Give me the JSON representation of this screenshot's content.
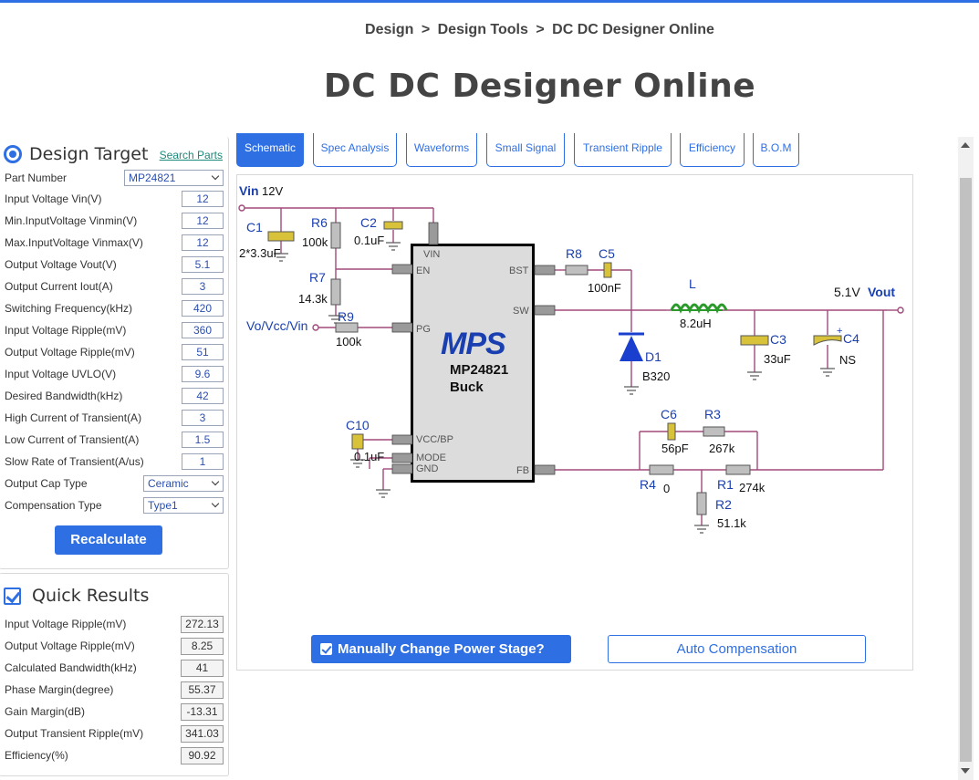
{
  "breadcrumb": {
    "items": [
      "Design",
      "Design Tools",
      "DC DC Designer Online"
    ],
    "separator": ">"
  },
  "page_title": "DC DC Designer Online",
  "design_target": {
    "title": "Design Target",
    "search_parts": "Search Parts",
    "part_number": {
      "label": "Part Number",
      "value": "MP24821"
    },
    "fields": [
      {
        "label": "Input Voltage Vin(V)",
        "value": "12"
      },
      {
        "label": "Min.InputVoltage Vinmin(V)",
        "value": "12"
      },
      {
        "label": "Max.InputVoltage Vinmax(V)",
        "value": "12"
      },
      {
        "label": "Output Voltage Vout(V)",
        "value": "5.1"
      },
      {
        "label": "Output Current Iout(A)",
        "value": "3"
      },
      {
        "label": "Switching Frequency(kHz)",
        "value": "420"
      },
      {
        "label": "Input Voltage Ripple(mV)",
        "value": "360"
      },
      {
        "label": "Output Voltage Ripple(mV)",
        "value": "51"
      },
      {
        "label": "Input Voltage UVLO(V)",
        "value": "9.6"
      },
      {
        "label": "Desired Bandwidth(kHz)",
        "value": "42"
      },
      {
        "label": "High Current of Transient(A)",
        "value": "3"
      },
      {
        "label": "Low Current of Transient(A)",
        "value": "1.5"
      },
      {
        "label": "Slow Rate of Transient(A/us)",
        "value": "1"
      }
    ],
    "output_cap_type": {
      "label": "Output Cap Type",
      "value": "Ceramic"
    },
    "compensation_type": {
      "label": "Compensation Type",
      "value": "Type1"
    },
    "recalculate": "Recalculate"
  },
  "quick_results": {
    "title": "Quick Results",
    "rows": [
      {
        "label": "Input Voltage Ripple(mV)",
        "value": "272.13"
      },
      {
        "label": "Output Voltage Ripple(mV)",
        "value": "8.25"
      },
      {
        "label": "Calculated Bandwidth(kHz)",
        "value": "41"
      },
      {
        "label": "Phase Margin(degree)",
        "value": "55.37"
      },
      {
        "label": "Gain Margin(dB)",
        "value": "-13.31"
      },
      {
        "label": "Output Transient Ripple(mV)",
        "value": "341.03"
      },
      {
        "label": "Efficiency(%)",
        "value": "90.92"
      }
    ]
  },
  "tabs": [
    "Schematic",
    "Spec Analysis",
    "Waveforms",
    "Small Signal",
    "Transient Ripple",
    "Efficiency",
    "B.O.M"
  ],
  "active_tab": "Schematic",
  "schematic": {
    "vin_label": "Vin",
    "vin_value": "12V",
    "vout_value": "5.1V",
    "vout_label": "Vout",
    "pg_net": "Vo/Vcc/Vin",
    "logo": "MPS",
    "chip_part": "MP24821",
    "chip_type": "Buck",
    "pins": {
      "vin": "VIN",
      "en": "EN",
      "pg": "PG",
      "bst": "BST",
      "sw": "SW",
      "vcc": "VCC/BP",
      "mode": "MODE",
      "gnd": "GND",
      "fb": "FB"
    },
    "components": {
      "C1": {
        "ref": "C1",
        "value": "2*3.3uF"
      },
      "R6": {
        "ref": "R6",
        "value": "100k"
      },
      "C2": {
        "ref": "C2",
        "value": "0.1uF"
      },
      "R7": {
        "ref": "R7",
        "value": "14.3k"
      },
      "R9": {
        "ref": "R9",
        "value": "100k"
      },
      "R8": {
        "ref": "R8",
        "value": ""
      },
      "C5": {
        "ref": "C5",
        "value": "100nF"
      },
      "L": {
        "ref": "L",
        "value": "8.2uH"
      },
      "D1": {
        "ref": "D1",
        "value": "B320"
      },
      "C3": {
        "ref": "C3",
        "value": "33uF"
      },
      "C4": {
        "ref": "C4",
        "value": "NS"
      },
      "C10": {
        "ref": "C10",
        "value": "0.1uF"
      },
      "C6": {
        "ref": "C6",
        "value": "56pF"
      },
      "R3": {
        "ref": "R3",
        "value": "267k"
      },
      "R4": {
        "ref": "R4",
        "value": "0"
      },
      "R1": {
        "ref": "R1",
        "value": "274k"
      },
      "R2": {
        "ref": "R2",
        "value": "51.1k"
      }
    },
    "colors": {
      "wire": "#a04a7a",
      "label_blue": "#1a3fb0",
      "cap_yellow": "#d8c23a",
      "inductor": "#2a9a2a",
      "diode": "#1a3fcf",
      "chip_body": "#dcdcdc"
    }
  },
  "buttons": {
    "manual_change": "Manually Change Power Stage?",
    "auto_compensation": "Auto Compensation"
  },
  "colors": {
    "accent": "#2f6fe4",
    "link": "#1a8a7a"
  }
}
